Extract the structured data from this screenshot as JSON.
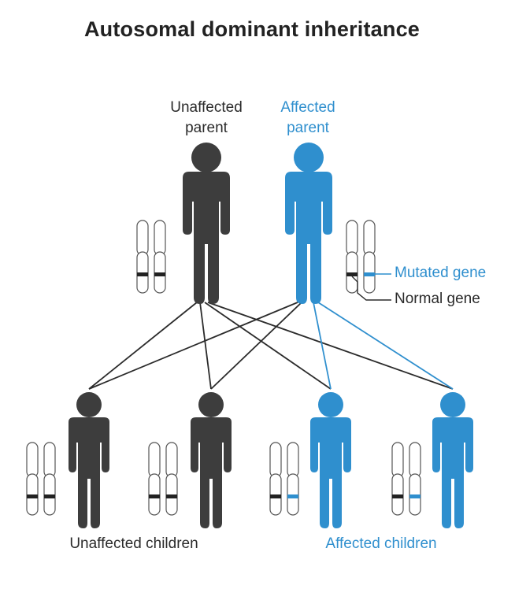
{
  "title": "Autosomal dominant inheritance",
  "parents": {
    "unaffected": {
      "line1": "Unaffected",
      "line2": "parent"
    },
    "affected": {
      "line1": "Affected",
      "line2": "parent"
    }
  },
  "callouts": {
    "mutated": "Mutated gene",
    "normal": "Normal gene"
  },
  "children": {
    "unaffected_label": "Unaffected children",
    "affected_label": "Affected children"
  },
  "colors": {
    "unaffected": "#3d3d3d",
    "affected": "#2f8fce",
    "line_dark": "#2b2b2b",
    "chromosome_outline": "#555555",
    "normal_band": "#222222",
    "mutated_band": "#2f8fce"
  },
  "icons": {
    "person": "person-icon",
    "chromosome": "chromosome-pair-icon"
  }
}
